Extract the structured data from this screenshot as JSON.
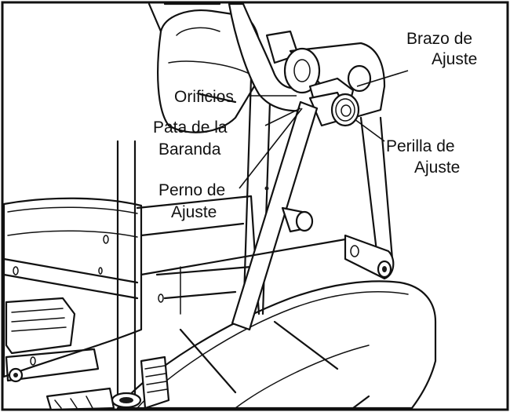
{
  "labels": {
    "adjust_arm": [
      "Brazo de",
      "Ajuste"
    ],
    "holes": "Orificios",
    "rail_leg": [
      "Pata de la",
      "Baranda"
    ],
    "adjust_knob": [
      "Perilla de",
      "Ajuste"
    ],
    "adjust_bolt": [
      "Perno de",
      "Ajuste"
    ]
  },
  "colors": {
    "line": "#111111",
    "background": "#ffffff"
  }
}
